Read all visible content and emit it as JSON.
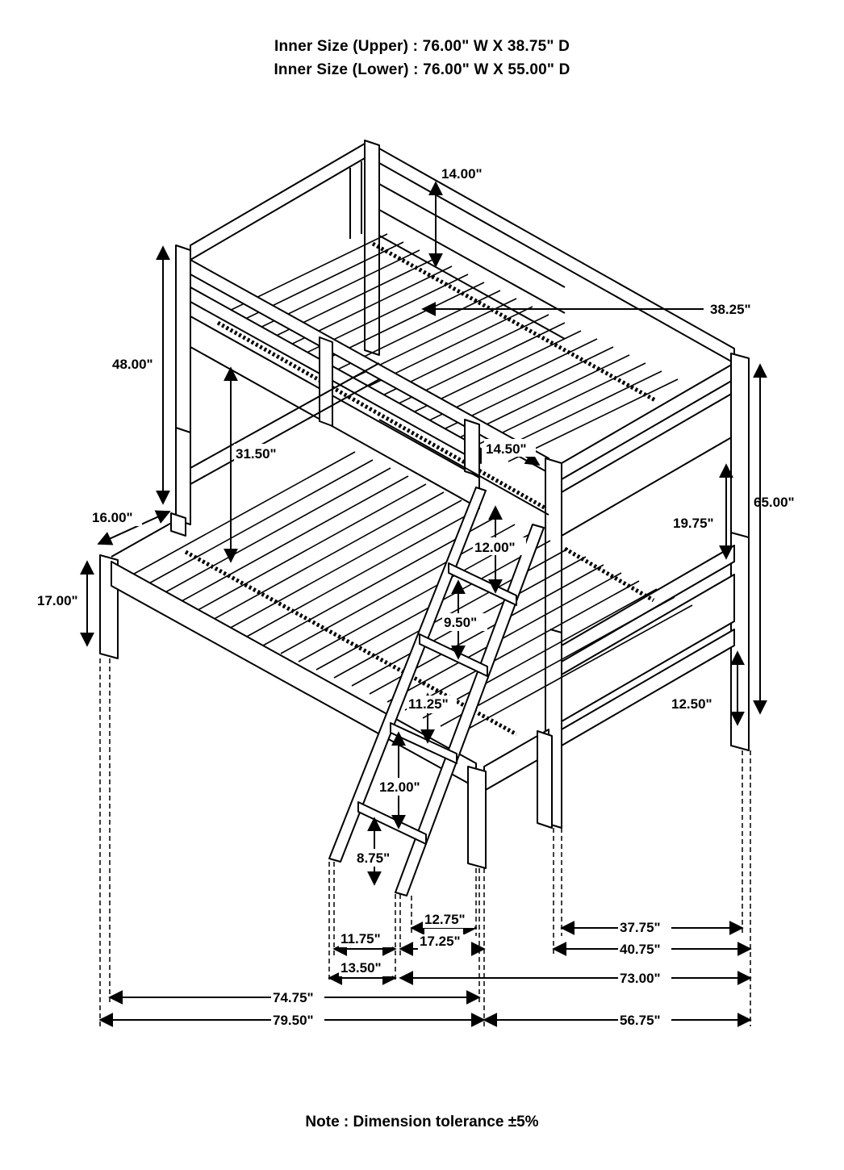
{
  "header": {
    "upper": "Inner Size (Upper) : 76.00\" W X 38.75\" D",
    "lower": "Inner Size (Lower) : 76.00\" W X 55.00\" D"
  },
  "dimensions": {
    "d14_00": "14.00\"",
    "d38_25": "38.25\"",
    "d48_00": "48.00\"",
    "d31_50": "31.50\"",
    "d14_50": "14.50\"",
    "d65_00": "65.00\"",
    "d16_00": "16.00\"",
    "d12_00_top": "12.00\"",
    "d19_75": "19.75\"",
    "d17_00": "17.00\"",
    "d9_50": "9.50\"",
    "d11_25": "11.25\"",
    "d12_50": "12.50\"",
    "d12_00_bottom": "12.00\"",
    "d8_75": "8.75\"",
    "d12_75": "12.75\"",
    "d11_75": "11.75\"",
    "d17_25": "17.25\"",
    "d13_50": "13.50\"",
    "d37_75": "37.75\"",
    "d40_75": "40.75\"",
    "d73_00": "73.00\"",
    "d74_75": "74.75\"",
    "d79_50": "79.50\"",
    "d56_75": "56.75\""
  },
  "note": "Note : Dimension tolerance ±5%"
}
